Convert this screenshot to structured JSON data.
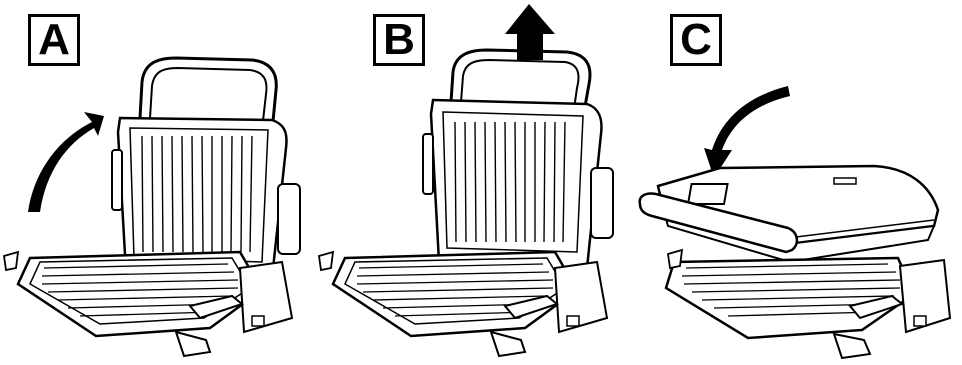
{
  "steps": [
    {
      "label": "A",
      "action": "open-lid"
    },
    {
      "label": "B",
      "action": "lift-plate"
    },
    {
      "label": "C",
      "action": "close-lid"
    }
  ],
  "colors": {
    "stroke": "#000000",
    "fill": "#ffffff",
    "arrow": "#000000"
  }
}
